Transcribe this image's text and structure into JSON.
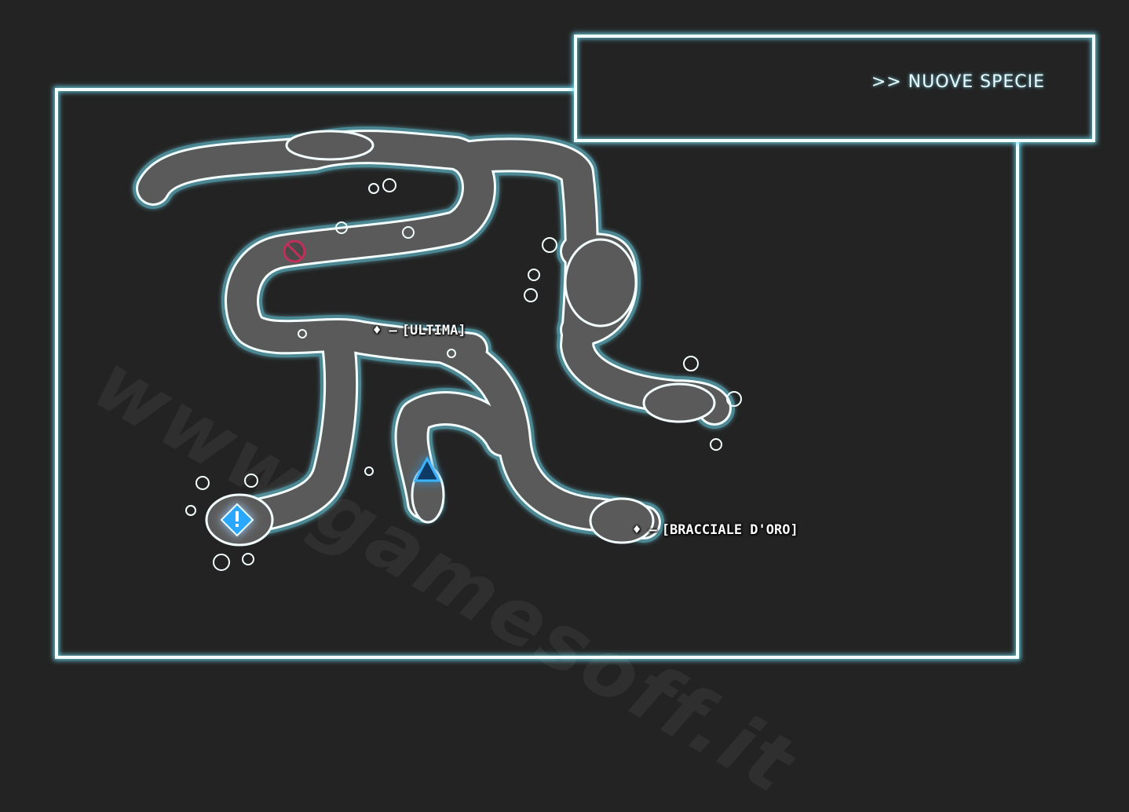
{
  "header": {
    "title": ">> NUOVE SPECIE"
  },
  "labels": {
    "ultima": {
      "bullet": "♦ –",
      "text": "[ULTIMA]"
    },
    "bracciale": {
      "bullet": "♦ –",
      "text": "[BRACCIALE D'ORO]"
    }
  },
  "markers": {
    "forbidden": {
      "icon": "forbidden-icon",
      "color": "#c0305a"
    },
    "player": {
      "icon": "triangle-icon",
      "color": "#2aa7ff"
    },
    "quest": {
      "icon": "exclamation-icon",
      "color": "#2aa7ff"
    }
  },
  "colors": {
    "background": "#232323",
    "path_fill": "#5a5a5a",
    "path_edge": "#f4ffff",
    "glow": "#6edcf0"
  }
}
